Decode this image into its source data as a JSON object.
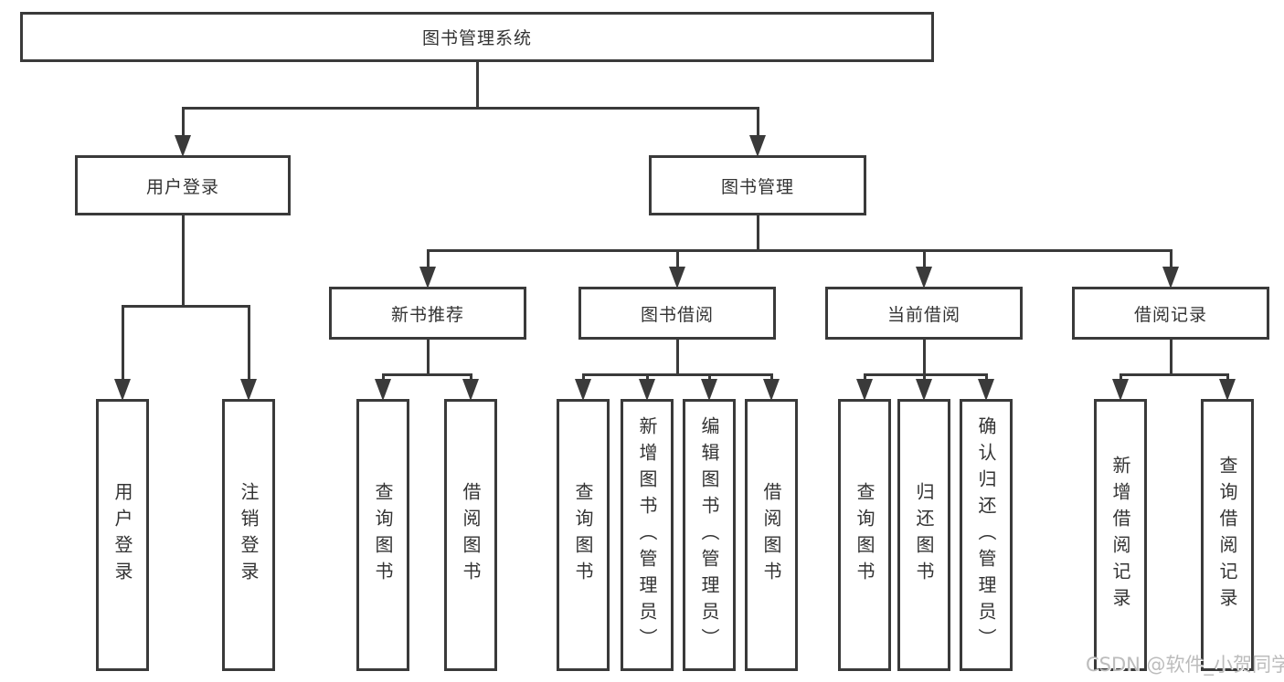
{
  "diagram": {
    "root": {
      "id": "system",
      "label": "图书管理系统",
      "children": [
        {
          "id": "user-login",
          "label": "用户登录",
          "children": [
            {
              "id": "ul-login",
              "label": "用户登录"
            },
            {
              "id": "ul-logout",
              "label": "注销登录"
            }
          ]
        },
        {
          "id": "book-mgmt",
          "label": "图书管理",
          "children": [
            {
              "id": "new-book-rec",
              "label": "新书推荐",
              "children": [
                {
                  "id": "nb-query",
                  "label": "查询图书"
                },
                {
                  "id": "nb-borrow",
                  "label": "借阅图书"
                }
              ]
            },
            {
              "id": "book-borrow",
              "label": "图书借阅",
              "children": [
                {
                  "id": "bb-query",
                  "label": "查询图书"
                },
                {
                  "id": "bb-add",
                  "label": "新增图书（管理员）"
                },
                {
                  "id": "bb-edit",
                  "label": "编辑图书（管理员）"
                },
                {
                  "id": "bb-borrow",
                  "label": "借阅图书"
                }
              ]
            },
            {
              "id": "cur-borrow",
              "label": "当前借阅",
              "children": [
                {
                  "id": "cb-query",
                  "label": "查询图书"
                },
                {
                  "id": "cb-return",
                  "label": "归还图书"
                },
                {
                  "id": "cb-confirm",
                  "label": "确认归还（管理员）"
                }
              ]
            },
            {
              "id": "borrow-rec",
              "label": "借阅记录",
              "children": [
                {
                  "id": "br-add",
                  "label": "新增借阅记录"
                },
                {
                  "id": "br-query",
                  "label": "查询借阅记录"
                }
              ]
            }
          ]
        }
      ]
    }
  },
  "watermark": "CSDN @软件_小贺同学",
  "colors": {
    "line": "#3a3a3a",
    "text": "#333333",
    "background": "#ffffff",
    "watermark": "#bcbcbc"
  }
}
